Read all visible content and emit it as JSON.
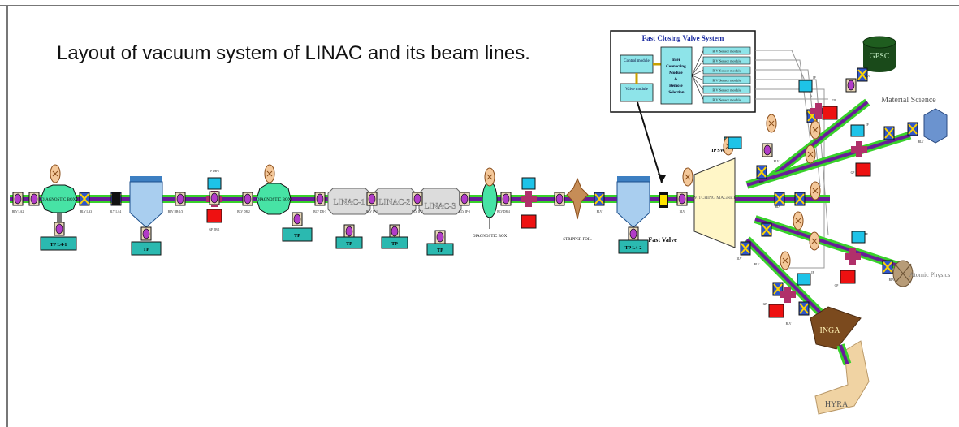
{
  "title": "Layout of vacuum system of LINAC and its beam lines.",
  "colors": {
    "beam_green": "#39d12b",
    "beam_purple": "#6a1b9a",
    "diag_green": "#47e3a5",
    "tp_cyan": "#2bb9b0",
    "valve_blue": "#2f55c8",
    "gauge_red": "#ee1111",
    "cryo_blue": "#a9ceef",
    "magnet_cream": "#fff6c7",
    "inga_brown": "#7b4a1e",
    "hyra_tan": "#f0d3a3"
  },
  "labels": {
    "diag_box": "DIAGNOSTIC BOX",
    "diag_box_short": "DIAGNOSTIC BOX",
    "tp_l4_1": "TP L4-1",
    "tp": "TP",
    "tp_l4_2": "TP L4-2",
    "linac1": "LINAC-1",
    "linac2": "LINAC-2",
    "linac3": "LINAC-3",
    "diag_box_bottom": "DIAGNOSTIC BOX",
    "stripper_foil": "STRIPPER FOIL",
    "fast_valve": "Fast Valve",
    "switching_magnet": "SWITCHING MAGNET-2",
    "ip_sw2": "IP SW2",
    "gpsc": "GPSC",
    "material_science": "Material Science",
    "atomic_physics": "Atomic Physics",
    "inga": "INGA",
    "hyra": "HYRA",
    "blv": "BLV",
    "ip": "IP",
    "gp": "GP",
    "small_labels": [
      "BLV LA2",
      "BLV LA3",
      "BLV LA4",
      "BLV DB-1/3",
      "IP DB-1",
      "GP DB-1",
      "BLV DB-2",
      "BLV DB-3",
      "BLV IP-1",
      "BLV IP-2",
      "BLV IP-3",
      "BLV DB-4"
    ]
  },
  "fcv": {
    "title": "Fast Closing Valve System",
    "control_module": "Control module",
    "valve_module": "Valve module",
    "inter_connecting": [
      "Inter",
      "Connecting",
      "Module",
      "&",
      "Remote",
      "Selection"
    ],
    "sensors": [
      "B V Sensor module",
      "B V Sensor module",
      "B V Sensor module",
      "B V Sensor module",
      "B V Sensor module",
      "B V Sensor module"
    ]
  }
}
